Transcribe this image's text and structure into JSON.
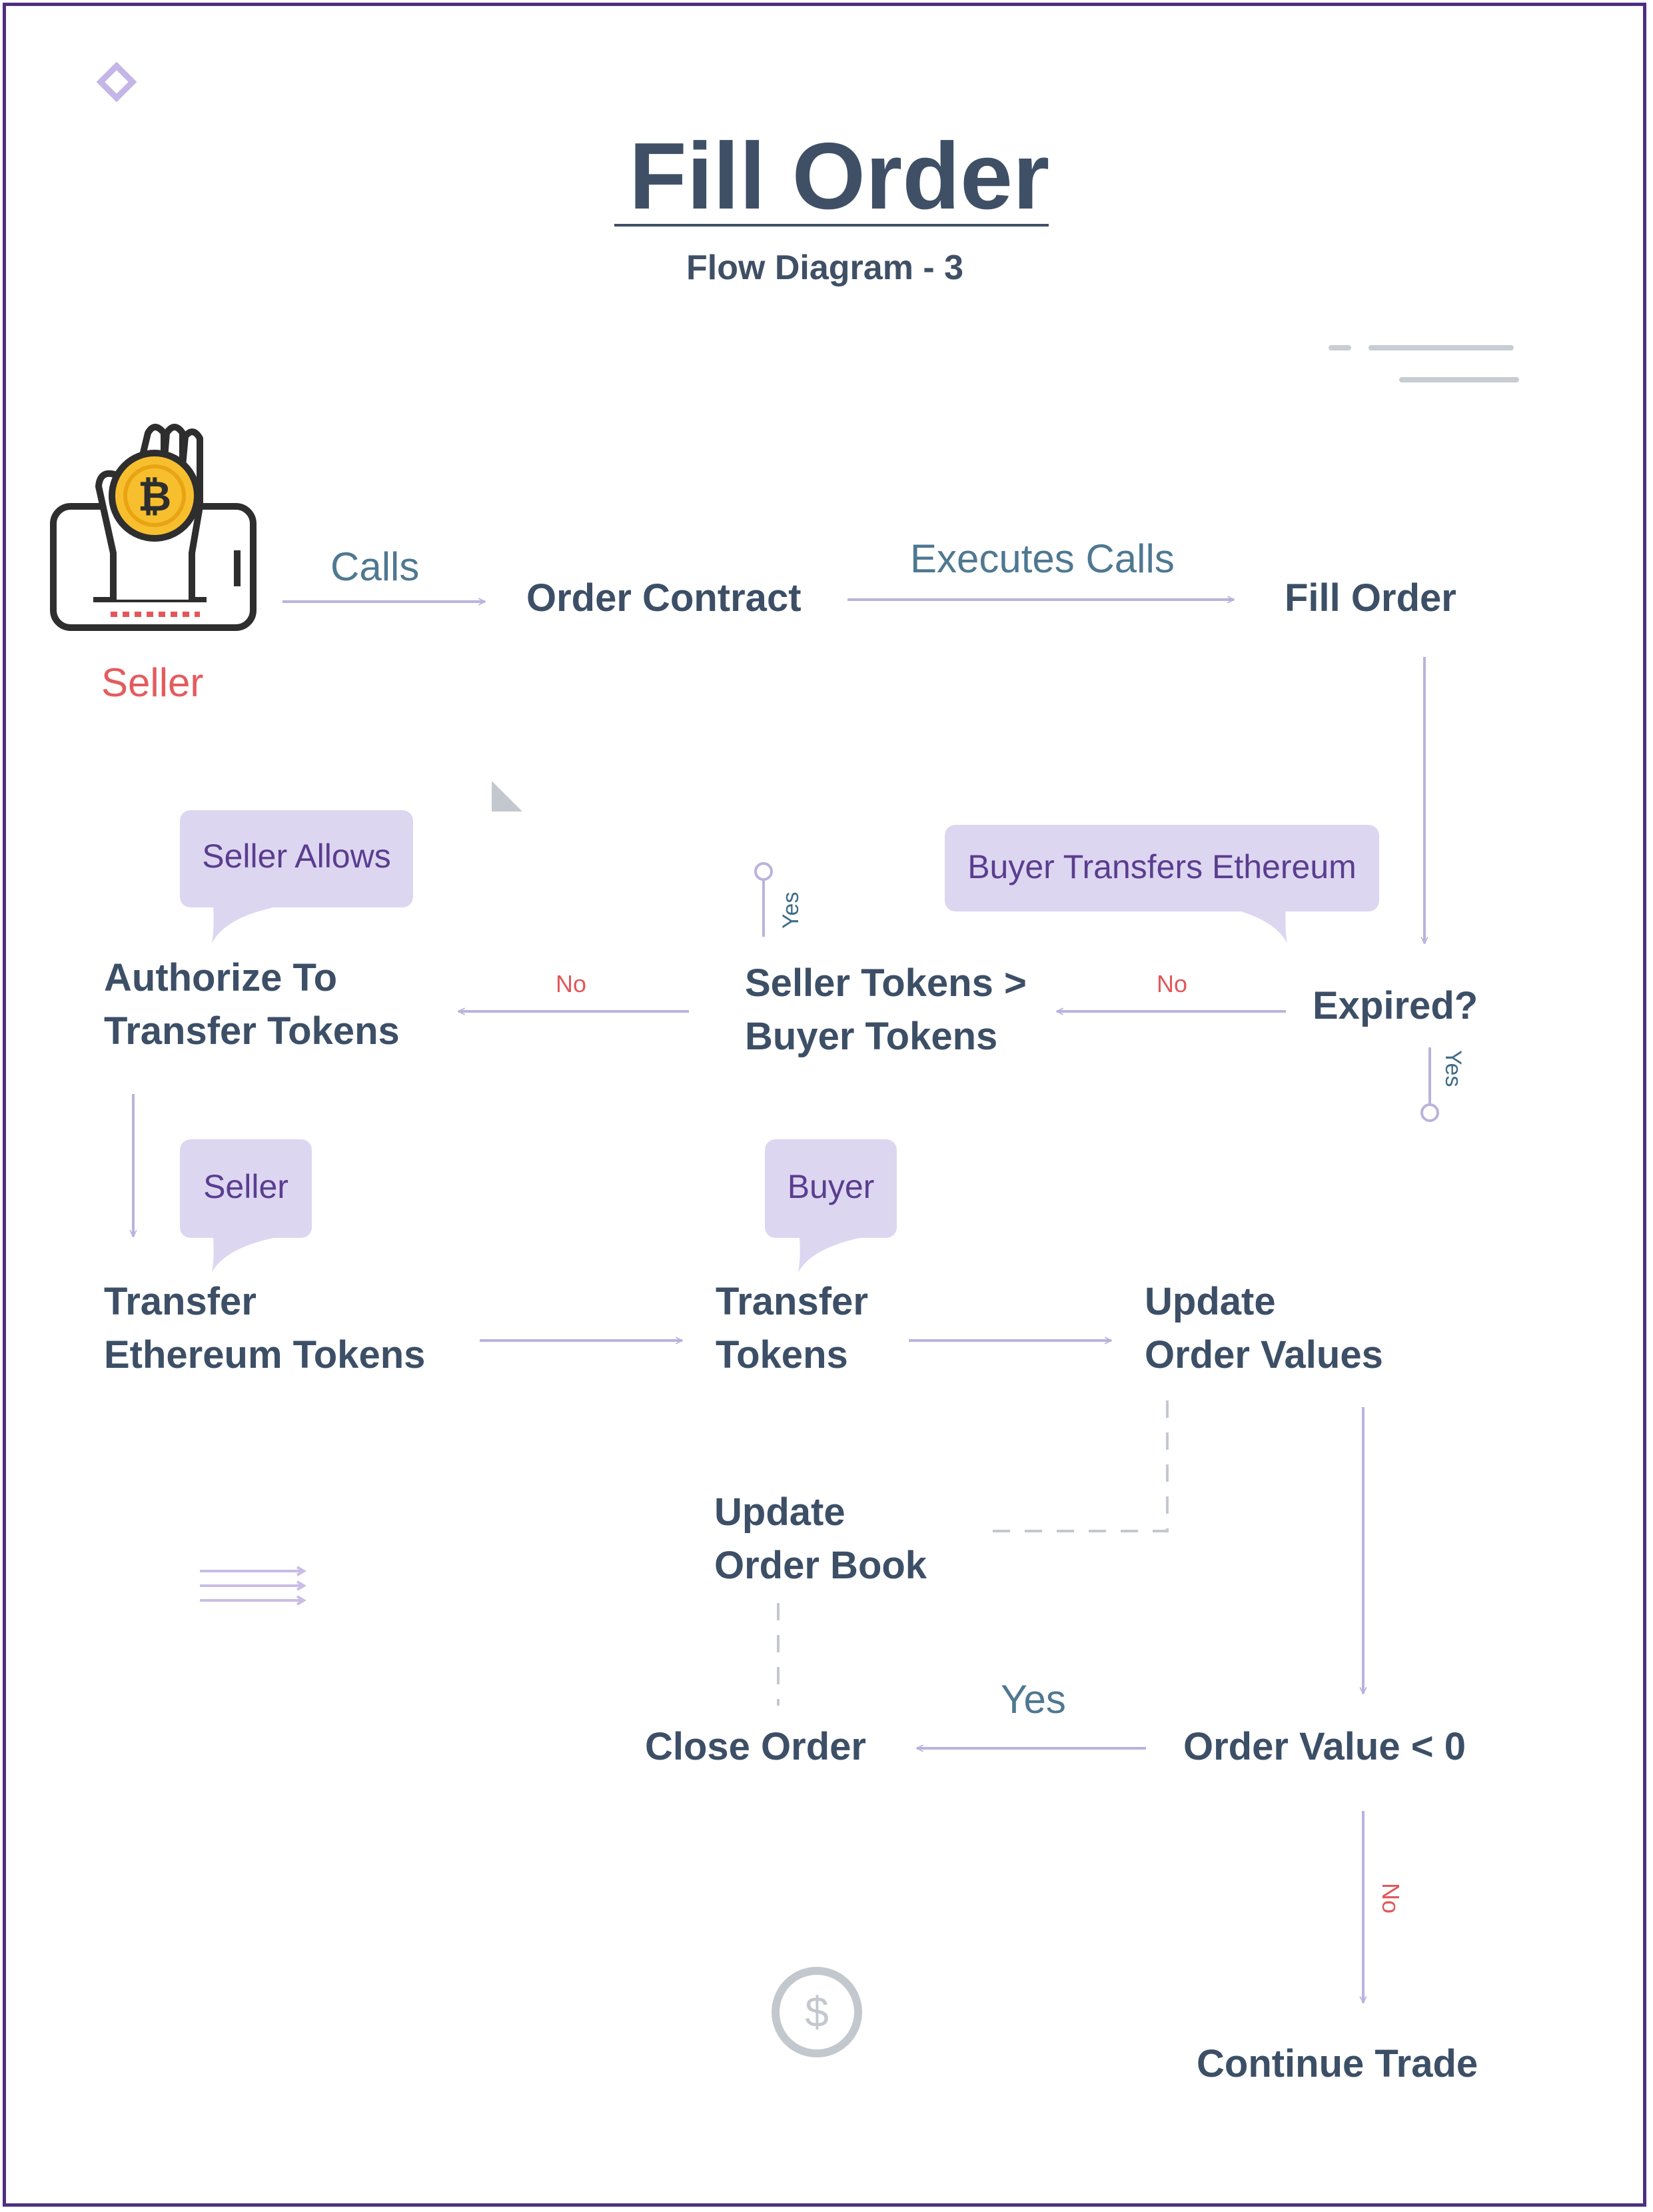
{
  "header": {
    "title": "Fill Order",
    "subtitle": "Flow Diagram - 3"
  },
  "actor": {
    "label": "Seller",
    "icon": "hand-holding-bitcoin-phone-icon"
  },
  "edges": {
    "calls": "Calls",
    "executes_calls": "Executes Calls",
    "no_expired": "No",
    "no_tokens": "No",
    "yes_tokens": "Yes",
    "yes_expired": "Yes",
    "yes_order_value": "Yes",
    "no_order_value": "No"
  },
  "nodes": {
    "order_contract": "Order Contract",
    "fill_order": "Fill Order",
    "expired": "Expired?",
    "seller_tokens_line1": "Seller Tokens >",
    "seller_tokens_line2": "Buyer Tokens",
    "authorize_line1": "Authorize To",
    "authorize_line2": "Transfer Tokens",
    "transfer_eth_line1": "Transfer",
    "transfer_eth_line2": "Ethereum Tokens",
    "transfer_tokens_line1": "Transfer",
    "transfer_tokens_line2": "Tokens",
    "update_values_line1": "Update",
    "update_values_line2": "Order Values",
    "update_book_line1": "Update",
    "update_book_line2": "Order Book",
    "order_value": "Order Value < 0",
    "close_order": "Close Order",
    "continue_trade": "Continue Trade"
  },
  "bubbles": {
    "seller_allows": "Seller Allows",
    "buyer_transfers": "Buyer Transfers Ethereum",
    "seller": "Seller",
    "buyer": "Buyer"
  },
  "colors": {
    "frame": "#4e2f82",
    "arrow": "#bbb2dc",
    "node_text": "#3c4f66",
    "edge_text": "#4f7891",
    "no_text": "#e2575a",
    "bubble_fill": "#ddd6f1",
    "bubble_text": "#5a3d8f"
  },
  "decorations": [
    "diamond-icon",
    "dash-lines-icon",
    "page-corner-icon",
    "triple-arrow-icon",
    "dollar-coin-icon"
  ]
}
